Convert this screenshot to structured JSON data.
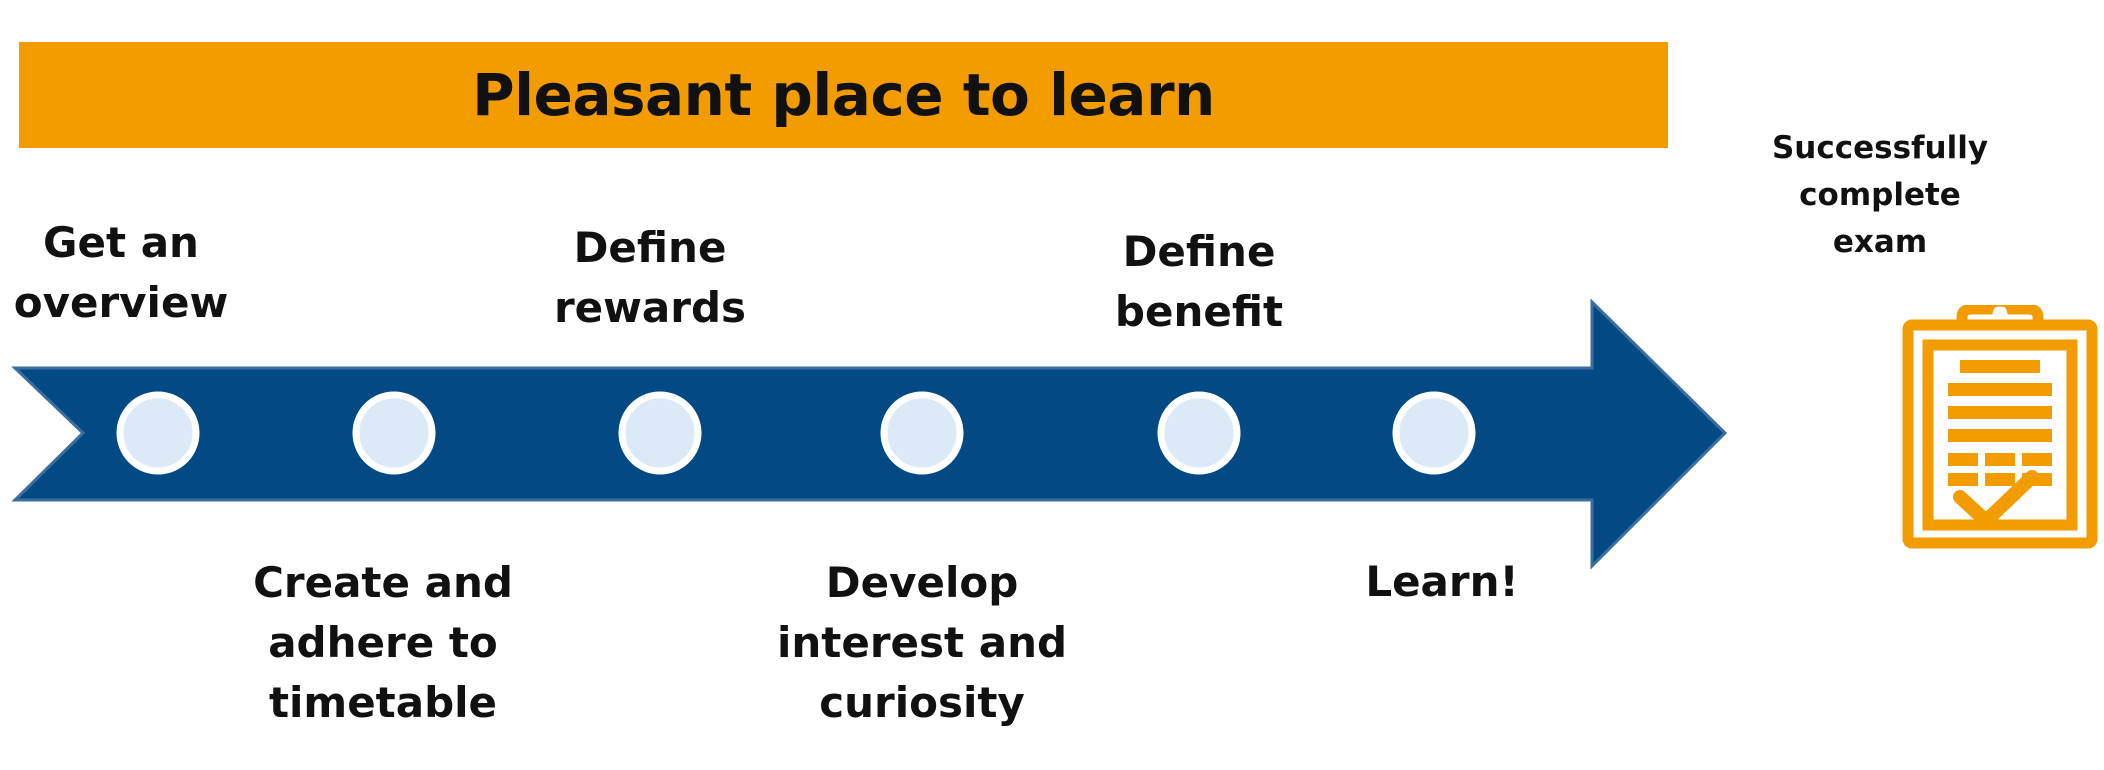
{
  "banner": {
    "title": "Pleasant place to learn",
    "color": "#F39C00"
  },
  "arrow": {
    "color": "#034A85",
    "node_fill": "#DCE9F6",
    "node_ring": "#FFFFFF"
  },
  "steps": [
    {
      "label": "Get an\noverview",
      "position": "above"
    },
    {
      "label": "Create and\nadhere to\ntimetable",
      "position": "below"
    },
    {
      "label": "Define\nrewards",
      "position": "above"
    },
    {
      "label": "Develop\ninterest and\ncuriosity",
      "position": "below"
    },
    {
      "label": "Define\nbenefit",
      "position": "above"
    },
    {
      "label": "Learn!",
      "position": "below"
    }
  ],
  "goal": {
    "label": "Successfully\ncomplete\nexam",
    "icon": "clipboard-check-icon",
    "color": "#F39C00"
  }
}
